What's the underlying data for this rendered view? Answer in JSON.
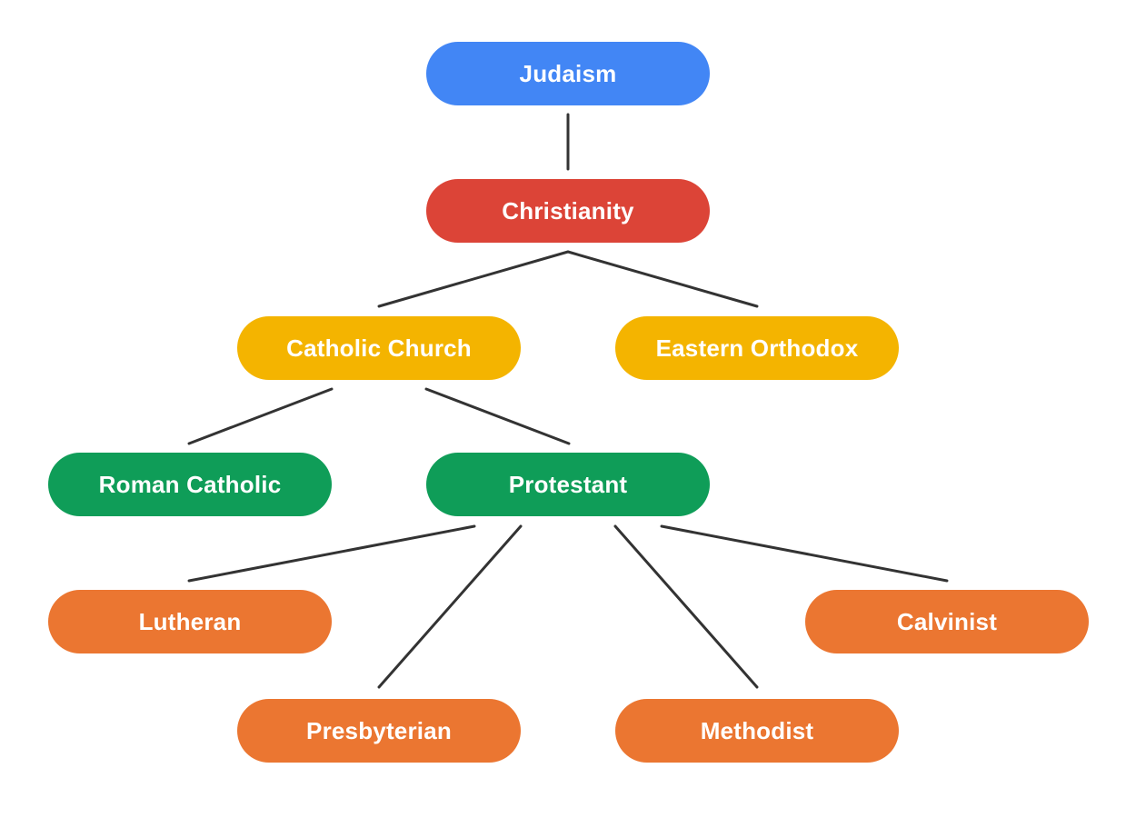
{
  "colors": {
    "level0": "#4286F5",
    "level1": "#DC4437",
    "level2": "#F4B400",
    "level3": "#0F9D58",
    "level4": "#EB7631",
    "edge": "#333333"
  },
  "nodes": {
    "judaism": {
      "label": "Judaism",
      "level": "level0"
    },
    "christianity": {
      "label": "Christianity",
      "level": "level1"
    },
    "catholic": {
      "label": "Catholic Church",
      "level": "level2"
    },
    "orthodox": {
      "label": "Eastern Orthodox",
      "level": "level2"
    },
    "roman": {
      "label": "Roman Catholic",
      "level": "level3"
    },
    "protestant": {
      "label": "Protestant",
      "level": "level3"
    },
    "lutheran": {
      "label": "Lutheran",
      "level": "level4"
    },
    "calvinist": {
      "label": "Calvinist",
      "level": "level4"
    },
    "presbyterian": {
      "label": "Presbyterian",
      "level": "level4"
    },
    "methodist": {
      "label": "Methodist",
      "level": "level4"
    }
  },
  "edges": [
    [
      "judaism",
      "christianity"
    ],
    [
      "christianity",
      "catholic"
    ],
    [
      "christianity",
      "orthodox"
    ],
    [
      "catholic",
      "roman"
    ],
    [
      "catholic",
      "protestant"
    ],
    [
      "protestant",
      "lutheran"
    ],
    [
      "protestant",
      "presbyterian"
    ],
    [
      "protestant",
      "methodist"
    ],
    [
      "protestant",
      "calvinist"
    ]
  ]
}
